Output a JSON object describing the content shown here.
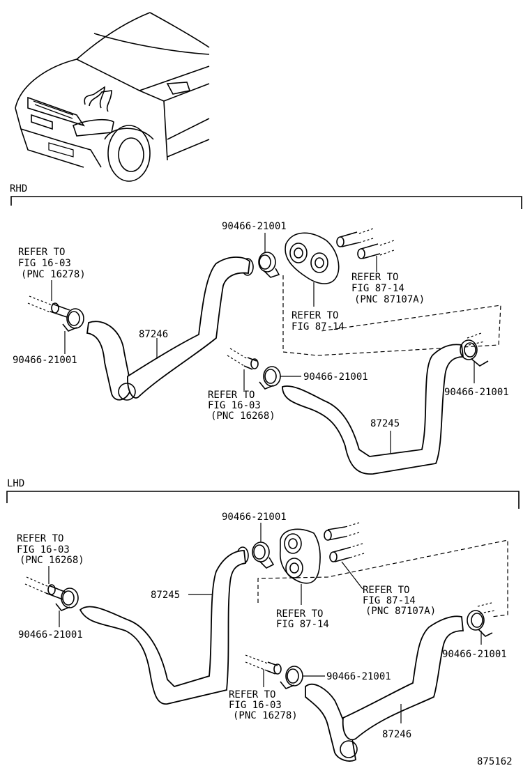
{
  "sections": {
    "rhd": "RHD",
    "lhd": "LHD"
  },
  "labels": {
    "rhd_clamp_top": "90466-21001",
    "rhd_refer_left_1": "REFER TO",
    "rhd_refer_left_2": "FIG 16-03",
    "rhd_refer_left_3": "(PNC 16278)",
    "rhd_clamp_left": "90466-21001",
    "rhd_hose_left": "87246",
    "rhd_refer_right_1": "REFER TO",
    "rhd_refer_right_2": "FIG 87-14",
    "rhd_refer_right_3": "(PNC 87107A)",
    "rhd_refer_mid_1": "REFER TO",
    "rhd_refer_mid_2": "FIG 87-14",
    "rhd_clamp_mid": "90466-21001",
    "rhd_refer_lower_1": "REFER TO",
    "rhd_refer_lower_2": "FIG 16-03",
    "rhd_refer_lower_3": "(PNC 16268)",
    "rhd_clamp_right": "90466-21001",
    "rhd_hose_right": "87245",
    "lhd_clamp_top": "90466-21001",
    "lhd_refer_left_1": "REFER TO",
    "lhd_refer_left_2": "FIG 16-03",
    "lhd_refer_left_3": "(PNC 16268)",
    "lhd_clamp_left": "90466-21001",
    "lhd_hose_left": "87245",
    "lhd_refer_right_1": "REFER TO",
    "lhd_refer_right_2": "FIG 87-14",
    "lhd_refer_right_3": "(PNC 87107A)",
    "lhd_refer_mid_1": "REFER TO",
    "lhd_refer_mid_2": "FIG 87-14",
    "lhd_clamp_right": "90466-21001",
    "lhd_clamp_mid": "90466-21001",
    "lhd_refer_lower_1": "REFER TO",
    "lhd_refer_lower_2": "FIG 16-03",
    "lhd_refer_lower_3": "(PNC 16278)",
    "lhd_hose_right": "87246"
  },
  "figure_id": "875162",
  "icons": {
    "car": "car-front-quarter-icon",
    "clamp": "hose-clamp-icon",
    "pipe": "pipe-stub-icon",
    "valve": "water-valve-block-icon"
  }
}
